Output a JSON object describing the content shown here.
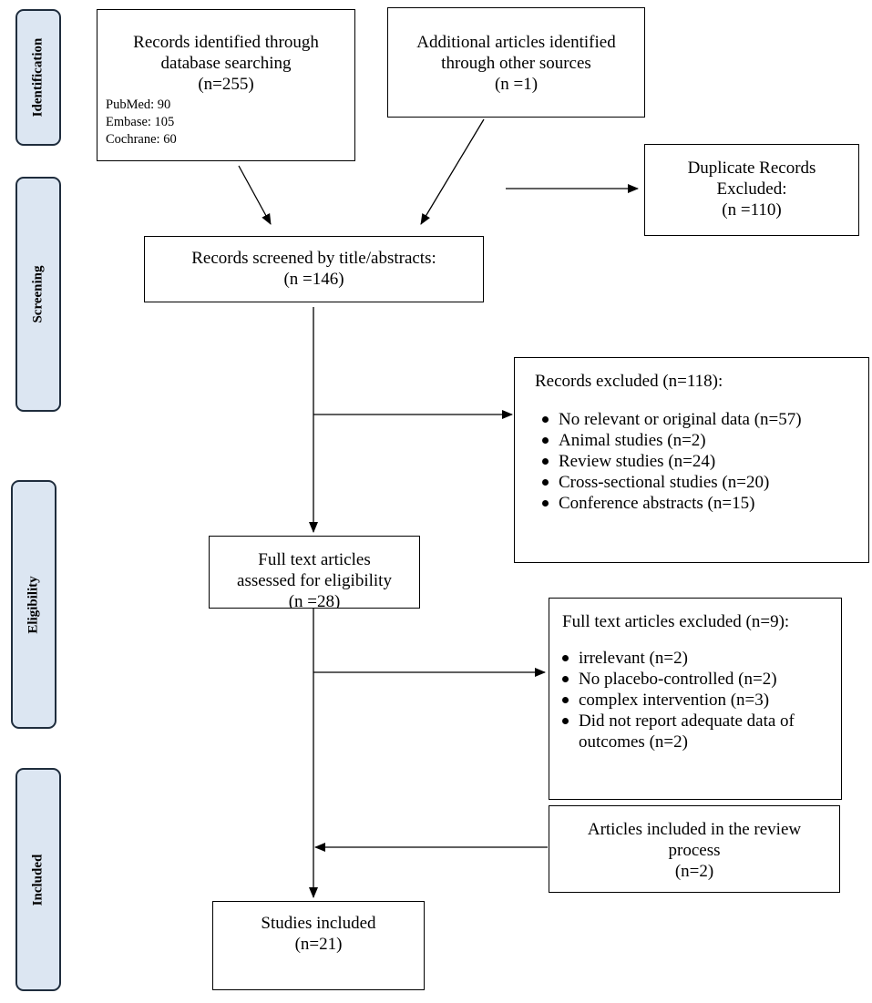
{
  "phases": {
    "identification": "Identification",
    "screening": "Screening",
    "eligibility": "Eligibility",
    "included": "Included"
  },
  "boxes": {
    "database": {
      "lines": [
        "Records identified through",
        "database searching",
        "(n=255)"
      ],
      "sources": [
        "PubMed: 90",
        "Embase: 105",
        "Cochrane: 60"
      ]
    },
    "other_sources": {
      "lines": [
        "Additional articles identified",
        "through other sources",
        "(n =1)"
      ]
    },
    "duplicates": {
      "lines": [
        "Duplicate Records",
        "Excluded:",
        "(n =110)"
      ]
    },
    "screened": {
      "lines": [
        "Records screened by title/abstracts:",
        "(n =146)"
      ]
    },
    "records_excluded": {
      "heading": "Records excluded (n=118):",
      "items": [
        "No relevant or original data (n=57)",
        "Animal studies (n=2)",
        "Review studies (n=24)",
        "Cross-sectional studies (n=20)",
        "Conference abstracts (n=15)"
      ]
    },
    "fulltext": {
      "lines": [
        "Full text articles",
        "assessed for eligibility",
        "(n =28)"
      ]
    },
    "fulltext_excluded": {
      "heading": "Full text articles excluded (n=9):",
      "items": [
        "irrelevant (n=2)",
        "No placebo-controlled (n=2)",
        "complex intervention (n=3)",
        "Did not report adequate data of outcomes (n=2)"
      ]
    },
    "review_process": {
      "lines": [
        "Articles included in the review",
        "process",
        "(n=2)"
      ]
    },
    "studies_included": {
      "lines": [
        "Studies included",
        "(n=21)"
      ]
    }
  }
}
